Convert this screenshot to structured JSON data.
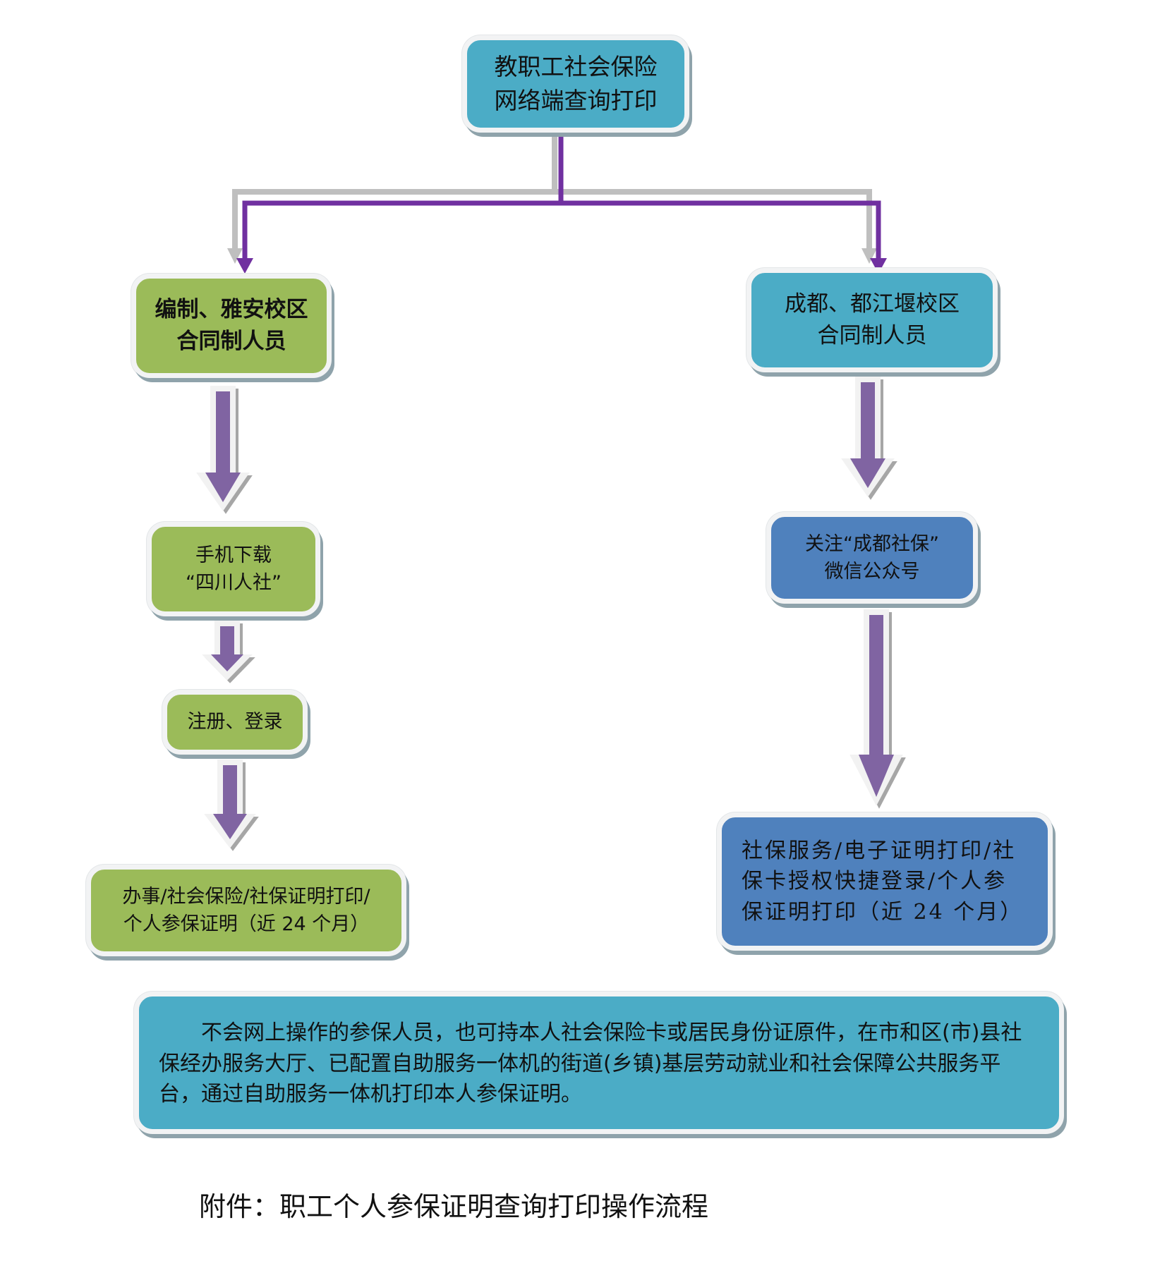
{
  "diagram": {
    "colors": {
      "teal": "#4bacc6",
      "green": "#9bbb59",
      "blue": "#4f81bd",
      "connector_purple": "#7030a0",
      "connector_gray": "#bfbfbf",
      "arrow_purple": "#8064a2"
    },
    "nodes": {
      "top": {
        "lines": [
          "教职工社会保险",
          "网络端查询打印"
        ],
        "color": "teal"
      },
      "left_1": {
        "lines": [
          "编制、雅安校区",
          "合同制人员"
        ],
        "color": "green"
      },
      "right_1": {
        "lines": [
          "成都、都江堰校区",
          "合同制人员"
        ],
        "color": "teal"
      },
      "left_2": {
        "lines": [
          "手机下载",
          "“四川人社”"
        ],
        "color": "green"
      },
      "right_2": {
        "lines": [
          "关注“成都社保”",
          "微信公众号"
        ],
        "color": "blue"
      },
      "left_3": {
        "lines": [
          "注册、登录"
        ],
        "color": "green"
      },
      "left_4": {
        "lines": [
          "办事/社会保险/社保证明打印/",
          "个人参保证明（近 24 个月）"
        ],
        "color": "green"
      },
      "right_3": {
        "lines": [
          "社保服务/电子证明打印/社",
          "保卡授权快捷登录/个人参",
          "保证明打印（近 24 个月）"
        ],
        "color": "blue"
      }
    },
    "note": {
      "text": "不会网上操作的参保人员，也可持本人社会保险卡或居民身份证原件，在市和区(市)县社保经办服务大厅、已配置自助服务一体机的街道(乡镇)基层劳动就业和社会保障公共服务平台，通过自助服务一体机打印本人参保证明。",
      "color": "teal"
    },
    "edges": [
      {
        "from": "top",
        "to": "left_1"
      },
      {
        "from": "top",
        "to": "right_1"
      },
      {
        "from": "left_1",
        "to": "left_2"
      },
      {
        "from": "left_2",
        "to": "left_3"
      },
      {
        "from": "left_3",
        "to": "left_4"
      },
      {
        "from": "right_1",
        "to": "right_2"
      },
      {
        "from": "right_2",
        "to": "right_3"
      }
    ]
  },
  "caption": "附件：职工个人参保证明查询打印操作流程"
}
